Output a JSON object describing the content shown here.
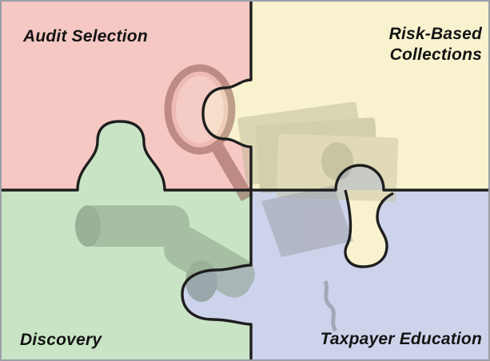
{
  "pieces": {
    "top_left": {
      "label": "Audit Selection",
      "color": "#f6c8c3"
    },
    "top_right": {
      "label_lines": [
        "Risk-Based",
        "Collections"
      ],
      "color": "#f8f2cf"
    },
    "bottom_left": {
      "label": "Discovery",
      "color": "#c9e4c5"
    },
    "bottom_right": {
      "label": "Taxpayer Education",
      "color": "#cdd3ea"
    }
  },
  "imagery": {
    "top_left": "magnifying-glass",
    "top_right": "currency-bills",
    "bottom_left": "binoculars",
    "bottom_right": "graduation-cap-tassel"
  }
}
